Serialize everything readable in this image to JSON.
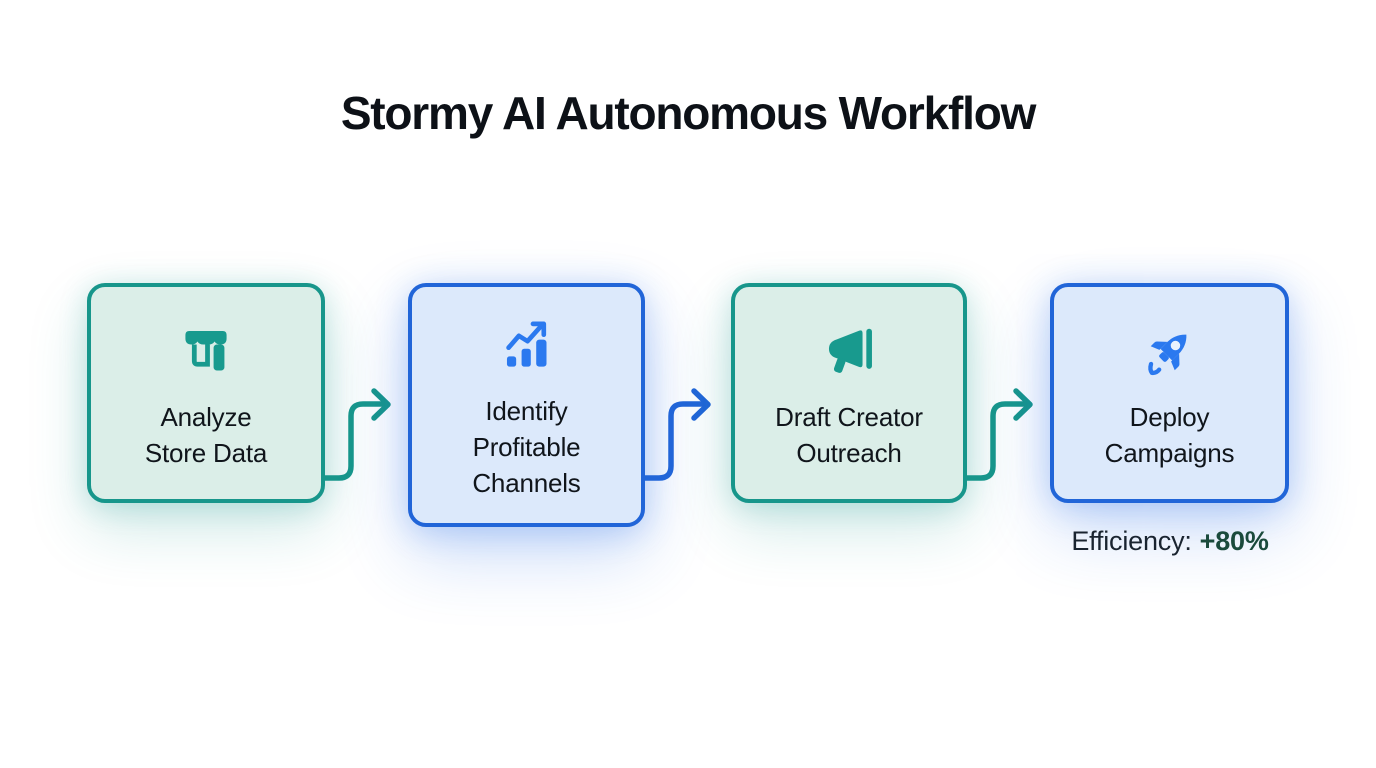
{
  "title": "Stormy AI Autonomous Workflow",
  "steps": [
    {
      "id": "analyze-store-data",
      "icon": "store-icon",
      "color": "teal",
      "lines": [
        "Analyze",
        "Store Data"
      ]
    },
    {
      "id": "identify-profitable-channels",
      "icon": "trending-up-chart-icon",
      "color": "blue",
      "lines": [
        "Identify",
        "Profitable",
        "Channels"
      ]
    },
    {
      "id": "draft-creator-outreach",
      "icon": "megaphone-icon",
      "color": "teal",
      "lines": [
        "Draft Creator",
        "Outreach"
      ]
    },
    {
      "id": "deploy-campaigns",
      "icon": "rocket-icon",
      "color": "blue",
      "lines": [
        "Deploy",
        "Campaigns"
      ]
    }
  ],
  "connectors": [
    {
      "from": "analyze-store-data",
      "to": "identify-profitable-channels",
      "color": "teal"
    },
    {
      "from": "identify-profitable-channels",
      "to": "draft-creator-outreach",
      "color": "blue"
    },
    {
      "from": "draft-creator-outreach",
      "to": "deploy-campaigns",
      "color": "teal"
    }
  ],
  "efficiency": {
    "label": "Efficiency:",
    "value": "+80%"
  },
  "theme": {
    "teal": "#17968B",
    "teal_bg": "#DBEEE8",
    "teal_icon": "#189A8E",
    "blue": "#2165D8",
    "blue_bg": "#DCE9FB",
    "blue_icon": "#2B79EF",
    "title_color": "#0D1117",
    "label_color": "#10151B",
    "efficiency_value_color": "#1A4A3C"
  }
}
